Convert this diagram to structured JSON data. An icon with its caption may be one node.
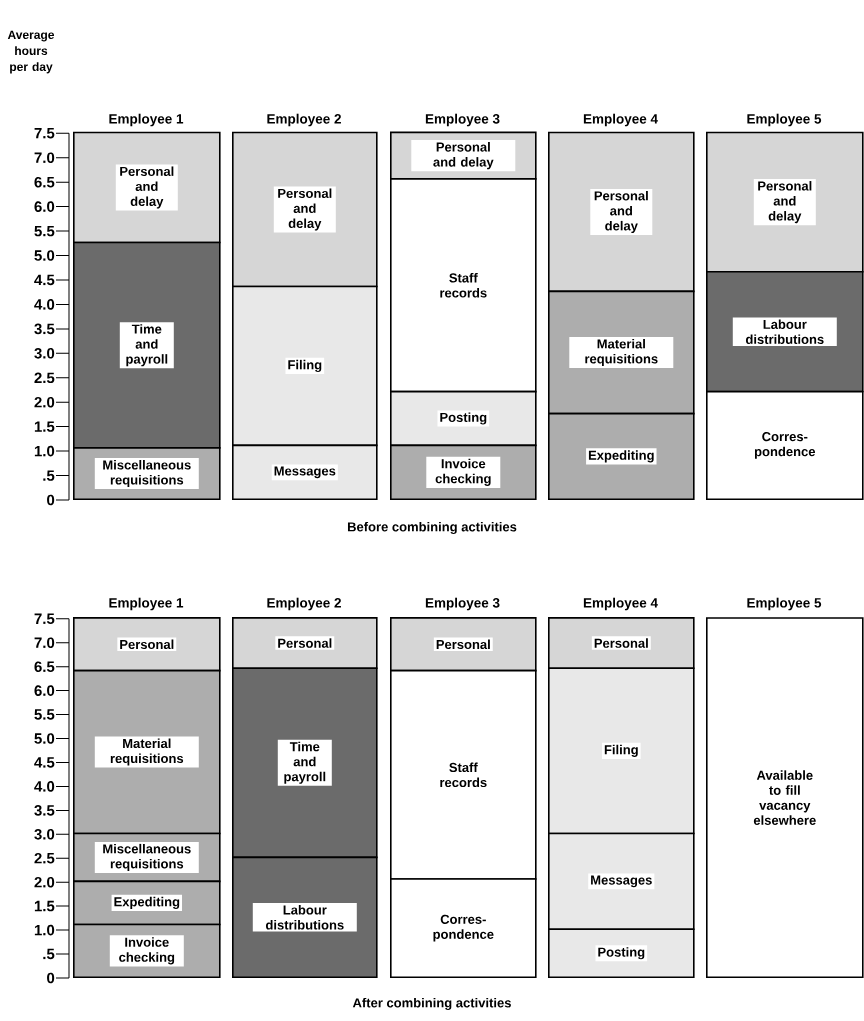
{
  "diagram": {
    "nodes": [
      {
        "text": [
          "Personal and delay"
        ]
      },
      {
        "text": [
          "Time and payroll"
        ]
      },
      {
        "text": [
          "Miscellaneous requisitions"
        ]
      },
      {
        "text": [
          "Personal and delay"
        ]
      },
      {
        "text": [
          "Filing"
        ]
      },
      {
        "text": [
          "Messages"
        ]
      },
      {
        "text": [
          "Personal and delay"
        ]
      },
      {
        "text": [
          "Staff records"
        ]
      },
      {
        "text": [
          "Posting"
        ]
      },
      {
        "text": [
          "Invoice checking"
        ]
      },
      {
        "text": [
          "Personal and delay"
        ]
      },
      {
        "text": [
          "Material requisitions"
        ]
      },
      {
        "text": [
          "Expediting"
        ]
      },
      {
        "text": [
          "Personal and delay"
        ]
      },
      {
        "text": [
          "Labour distributions"
        ]
      },
      {
        "text": [
          "Corres- pondence"
        ]
      },
      {
        "text": [
          "Personal"
        ]
      },
      {
        "text": [
          "Material requisitions"
        ]
      },
      {
        "text": [
          "Miscellaneous requisitions"
        ]
      },
      {
        "text": [
          "Expediting"
        ]
      },
      {
        "text": [
          "Invoice checking"
        ]
      },
      {
        "text": [
          "Personal"
        ]
      },
      {
        "text": [
          "Time and payroll"
        ]
      },
      {
        "text": [
          "Labour distributions"
        ]
      },
      {
        "text": [
          "Personal"
        ]
      },
      {
        "text": [
          "Staff records"
        ]
      },
      {
        "text": [
          "Corres- pondence"
        ]
      },
      {
        "text": [
          "Personal"
        ]
      },
      {
        "text": [
          "Filing"
        ]
      },
      {
        "text": [
          "Messages"
        ]
      },
      {
        "text": [
          "Posting"
        ]
      },
      {
        "text": [
          "Available to fill vacancy elsewhere"
        ]
      }
    ],
    "labels": [
      "Average hours per day",
      "Employee 1",
      "Employee 2",
      "Employee 3",
      "Employee 4",
      "Employee 5",
      "7.5",
      "7.0",
      "6.5",
      "6.0",
      "5.5",
      "5.0",
      "4.5",
      "4.0",
      "3.5",
      "3.0",
      "2.5",
      "2.0",
      "1.5",
      "1.0",
      ".5",
      "0",
      "Before combining activities",
      "Employee 1",
      "Employee 2",
      "Employee 3",
      "Employee 4",
      "Employee 5",
      "7.5",
      "7.0",
      "6.5",
      "6.0",
      "5.5",
      "5.0",
      "4.5",
      "4.0",
      "3.5",
      "3.0",
      "2.5",
      "2.0",
      "1.5",
      "1.0",
      ".5",
      "0",
      "After combining activities"
    ]
  }
}
